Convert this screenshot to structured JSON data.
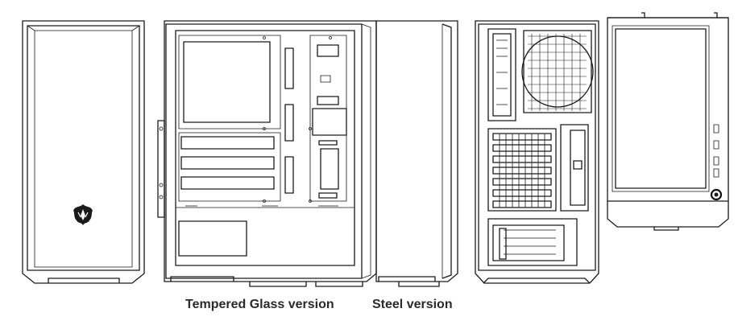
{
  "captions": {
    "tempered_glass": "Tempered Glass version",
    "steel": "Steel version"
  },
  "views": [
    {
      "id": "front",
      "icon": "logo-icon"
    },
    {
      "id": "side-glass"
    },
    {
      "id": "side-steel"
    },
    {
      "id": "rear"
    },
    {
      "id": "front-io"
    }
  ],
  "colors": {
    "line": "#1a1a1a",
    "background": "#ffffff",
    "caption": "#2a2a2a"
  }
}
